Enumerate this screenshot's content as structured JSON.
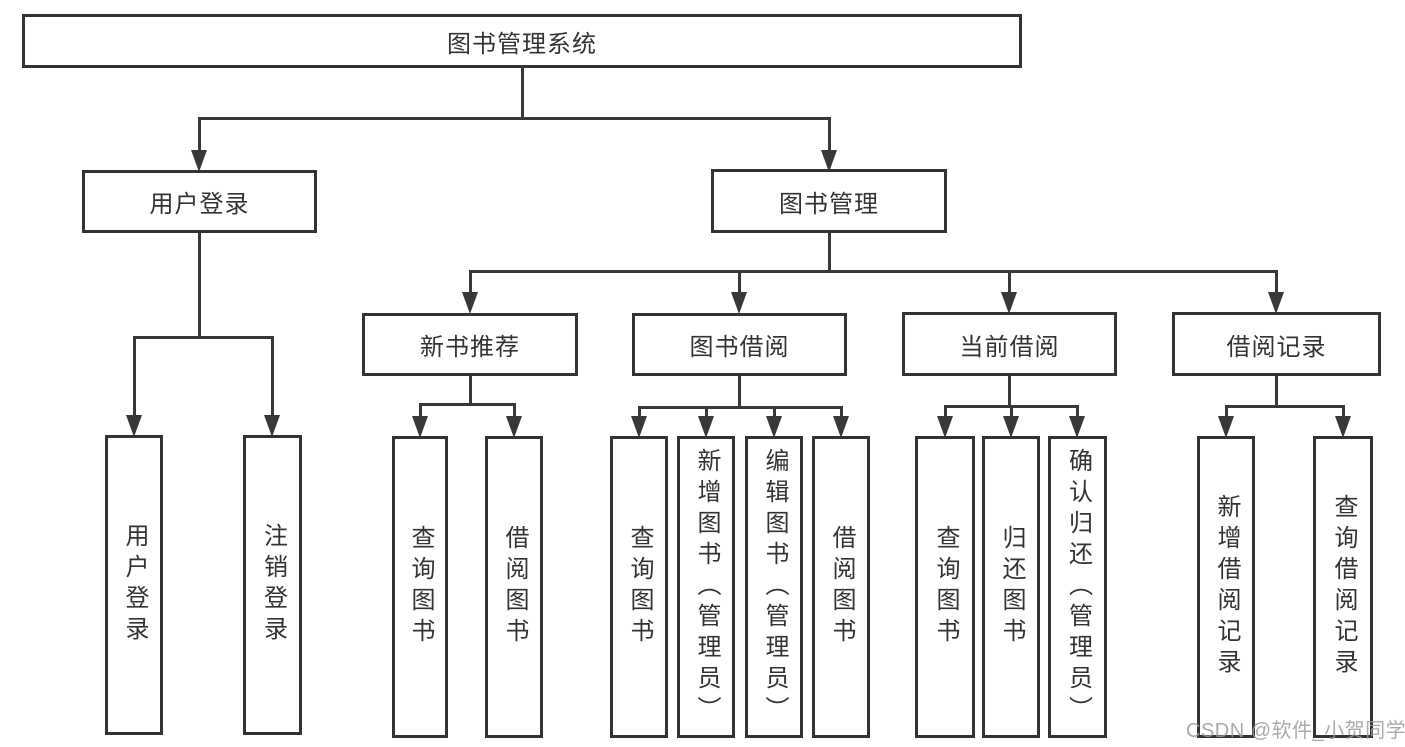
{
  "diagram": {
    "title": "图书管理系统",
    "tree": {
      "label": "图书管理系统",
      "children": [
        {
          "label": "用户登录",
          "children": [
            {
              "label": "用户登录"
            },
            {
              "label": "注销登录"
            }
          ]
        },
        {
          "label": "图书管理",
          "children": [
            {
              "label": "新书推荐",
              "children": [
                {
                  "label": "查询图书"
                },
                {
                  "label": "借阅图书"
                }
              ]
            },
            {
              "label": "图书借阅",
              "children": [
                {
                  "label": "查询图书"
                },
                {
                  "label": "新增图书（管理员）"
                },
                {
                  "label": "编辑图书（管理员）"
                },
                {
                  "label": "借阅图书"
                }
              ]
            },
            {
              "label": "当前借阅",
              "children": [
                {
                  "label": "查询图书"
                },
                {
                  "label": "归还图书"
                },
                {
                  "label": "确认归还（管理员）"
                }
              ]
            },
            {
              "label": "借阅记录",
              "children": [
                {
                  "label": "新增借阅记录"
                },
                {
                  "label": "查询借阅记录"
                }
              ]
            }
          ]
        }
      ]
    }
  },
  "watermark": {
    "text": "CSDN @软件_小贺同学"
  },
  "colors": {
    "line": "#383838",
    "box_border": "#333333",
    "text": "#333333",
    "watermark_text": "#9b9b9b",
    "background": "#ffffff"
  }
}
